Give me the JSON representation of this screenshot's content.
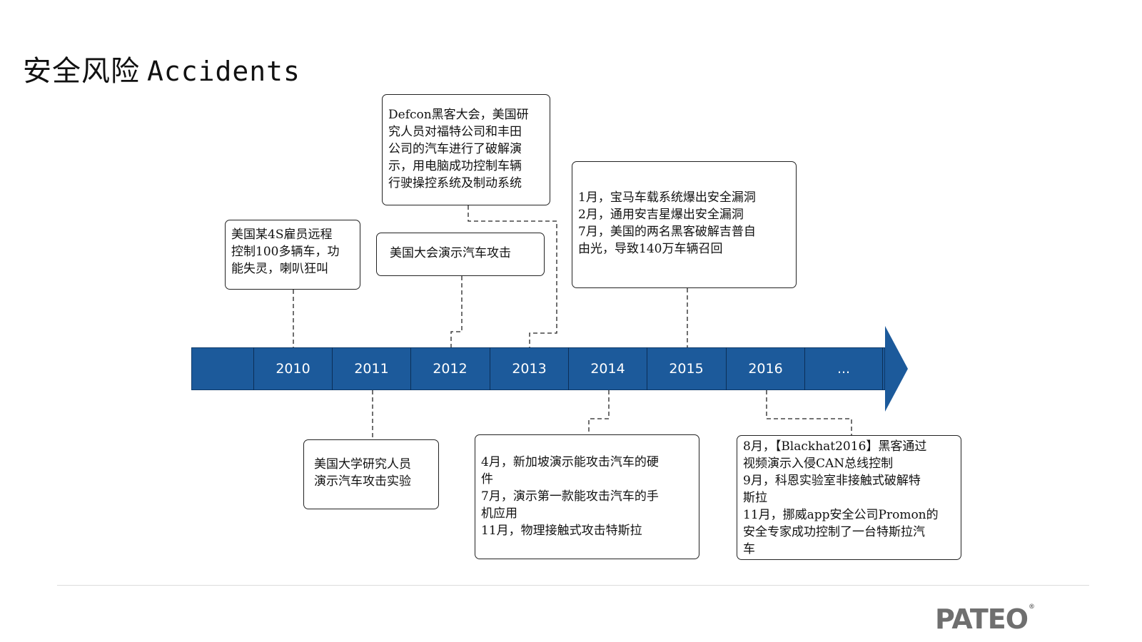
{
  "title": {
    "cn": "安全风险",
    "en": "Accidents"
  },
  "timeline": {
    "years": [
      "2010",
      "2011",
      "2012",
      "2013",
      "2014",
      "2015",
      "2016",
      "..."
    ],
    "bar_color": "#1c5a9b"
  },
  "events": {
    "e2010": [
      "美国某4S雇员远程",
      "控制100多辆车，功",
      "能失灵，喇叭狂叫"
    ],
    "e2011": [
      "美国大学研究人员",
      "演示汽车攻击实验"
    ],
    "e2012": [
      "美国大会演示汽车攻击"
    ],
    "e2013": [
      "Defcon黑客大会，美国研",
      "究人员对福特公司和丰田",
      "公司的汽车进行了破解演",
      "示，用电脑成功控制车辆",
      "行驶操控系统及制动系统"
    ],
    "e2014": [
      "4月，新加坡演示能攻击汽车的硬",
      "件",
      "7月，演示第一款能攻击汽车的手",
      "机应用",
      "11月，物理接触式攻击特斯拉"
    ],
    "e2015": [
      "1月，宝马车载系统爆出安全漏洞",
      "2月，通用安吉星爆出安全漏洞",
      "7月，美国的两名黑客破解吉普自",
      "由光，导致140万车辆召回"
    ],
    "e2016": [
      "8月，【Blackhat2016】黑客通过",
      "视频演示入侵CAN总线控制",
      "9月，科恩实验室非接触式破解特",
      "斯拉",
      "11月，挪威app安全公司Promon的",
      "安全专家成功控制了一台特斯拉汽",
      "车"
    ]
  },
  "logo": {
    "text": "PATEO",
    "mark": "®"
  }
}
